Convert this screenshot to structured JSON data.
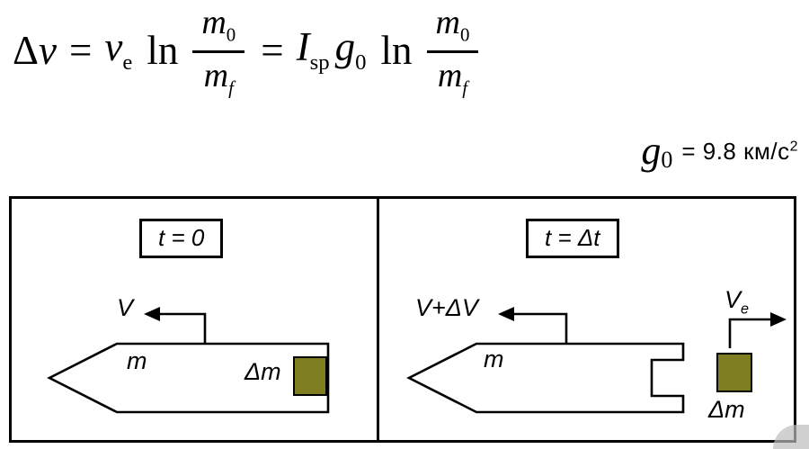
{
  "equation": {
    "delta": "Δ",
    "v": "v",
    "eq": "=",
    "ve_base": "v",
    "ve_sub": "e",
    "ln": "ln",
    "m": "m",
    "sub_zero": "0",
    "sub_f": "f",
    "isp_base": "I",
    "isp_sub": "sp",
    "g_base": "g",
    "g_sub": "0"
  },
  "g0_line": {
    "base": "g",
    "sub": "0",
    "rest": "= 9.8 км/с",
    "sup": "2"
  },
  "diagram": {
    "left_panel": {
      "time_label": "t = 0",
      "velocity_label": "V",
      "mass_label": "m",
      "ejected_mass_label": "Δm"
    },
    "right_panel": {
      "time_label": "t = Δt",
      "velocity_label": "V+ΔV",
      "mass_label": "m",
      "exhaust_velocity_base": "V",
      "exhaust_velocity_sub": "e",
      "ejected_mass_label": "Δm"
    },
    "colors": {
      "ejected_mass_fill": "#7e7e21",
      "line_color": "#000000"
    }
  }
}
